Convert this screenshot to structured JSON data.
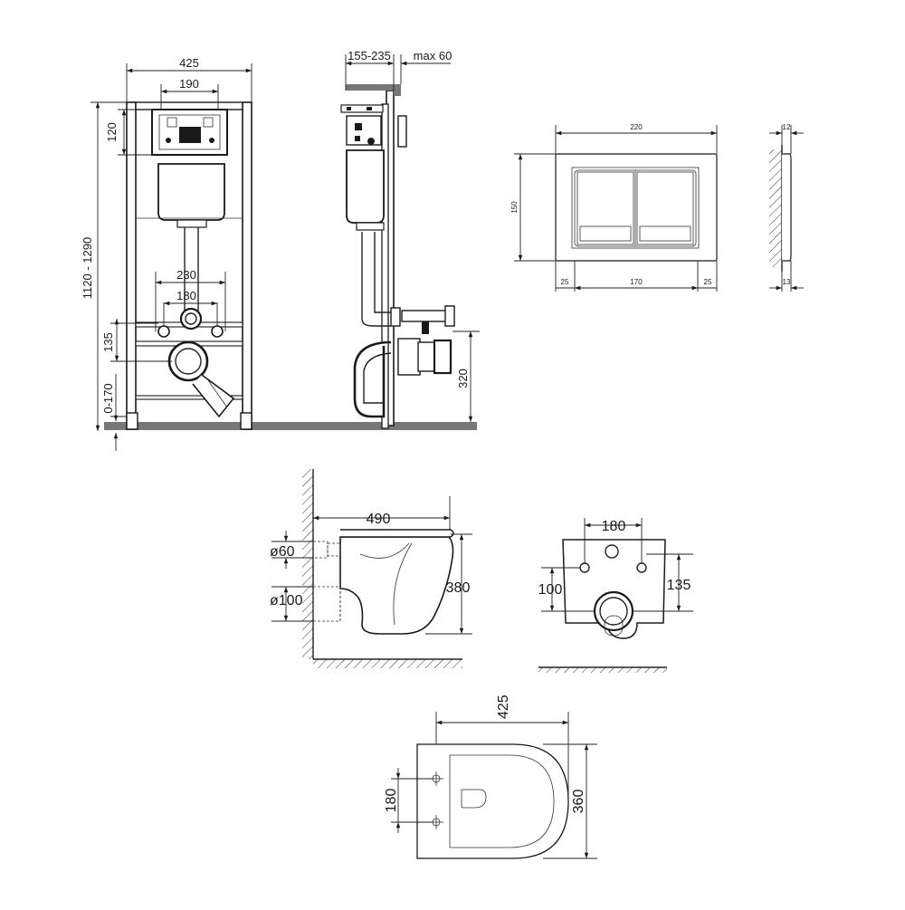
{
  "frame_front": {
    "width": "425",
    "plate_width": "190",
    "plate_height": "120",
    "total_height": "1120 - 1290",
    "stud_outer": "230",
    "stud_inner": "180",
    "stud_height": "135",
    "leg_adjust": "0-170"
  },
  "frame_side": {
    "depth": "155-235",
    "wall_max": "max 60",
    "outlet_height": "320"
  },
  "flush_plate_front": {
    "width": "220",
    "height": "150",
    "margin_left": "25",
    "inner_width": "170",
    "margin_right": "25"
  },
  "flush_plate_side": {
    "thickness_top": "12",
    "thickness_bottom": "13"
  },
  "bowl_side": {
    "length": "490",
    "inlet_diameter": "ø60",
    "outlet_diameter": "ø100",
    "height": "380"
  },
  "bowl_back": {
    "stud_spacing": "180",
    "inlet_height": "100",
    "stud_height": "135"
  },
  "bowl_top": {
    "width": "425",
    "stud_spacing": "180",
    "length": "360"
  },
  "colors": {
    "line": "#1a1a1a",
    "floor": "#777777",
    "background": "#ffffff"
  }
}
